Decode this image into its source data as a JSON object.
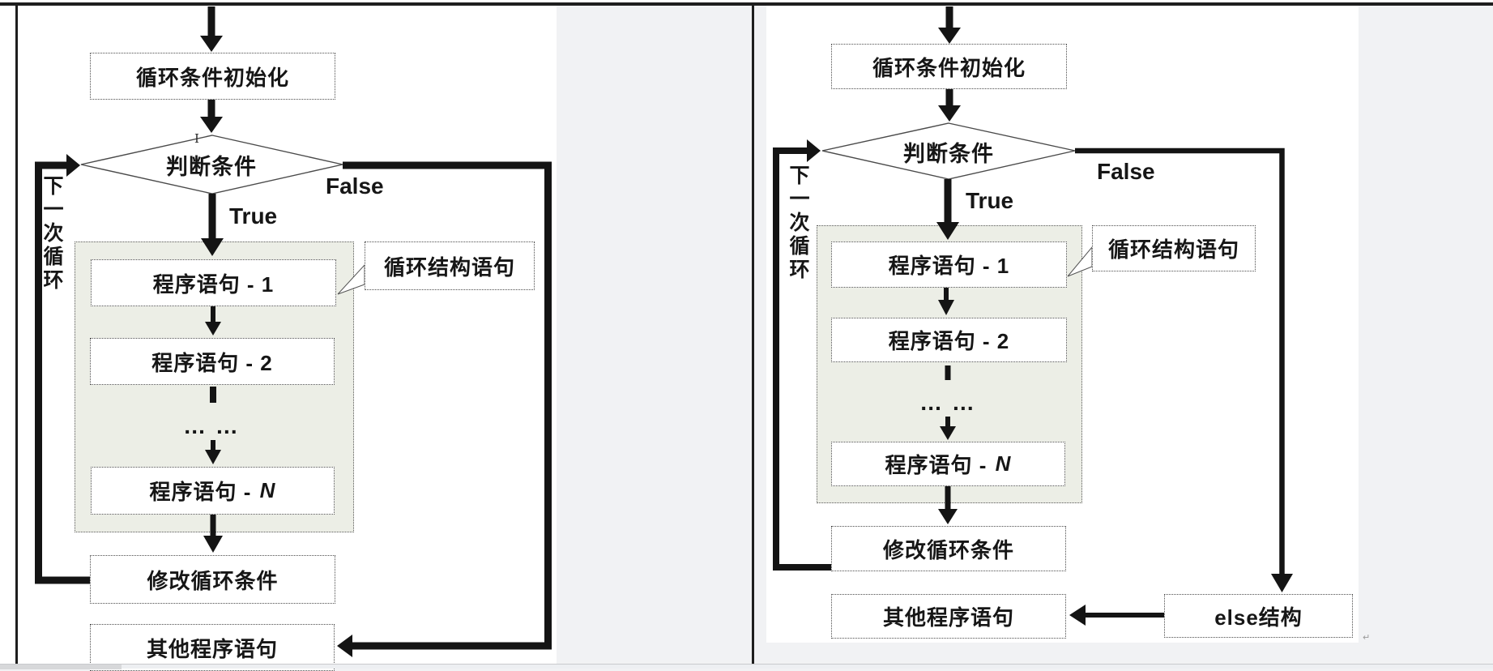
{
  "left_chart": {
    "nodes": {
      "init": "循环条件初始化",
      "condition": "判断条件",
      "stmt1": "程序语句 - 1",
      "stmt2": "程序语句 - 2",
      "ellipsis": "… …",
      "stmt_n_prefix": "程序语句 - ",
      "stmt_n_var": "N",
      "modify": "修改循环条件",
      "other": "其他程序语句"
    },
    "labels": {
      "true_branch": "True",
      "false_branch": "False",
      "next_loop": "下一次循环",
      "callout": "循环结构语句"
    },
    "cursor_glyph": "I"
  },
  "right_chart": {
    "nodes": {
      "init": "循环条件初始化",
      "condition": "判断条件",
      "stmt1": "程序语句 - 1",
      "stmt2": "程序语句 - 2",
      "ellipsis": "… …",
      "stmt_n_prefix": "程序语句 - ",
      "stmt_n_var": "N",
      "modify": "修改循环条件",
      "other": "其他程序语句",
      "else_node": "else结构"
    },
    "labels": {
      "true_branch": "True",
      "false_branch": "False",
      "next_loop": "下一次循环",
      "callout": "循环结构语句"
    },
    "mark": "↵"
  }
}
